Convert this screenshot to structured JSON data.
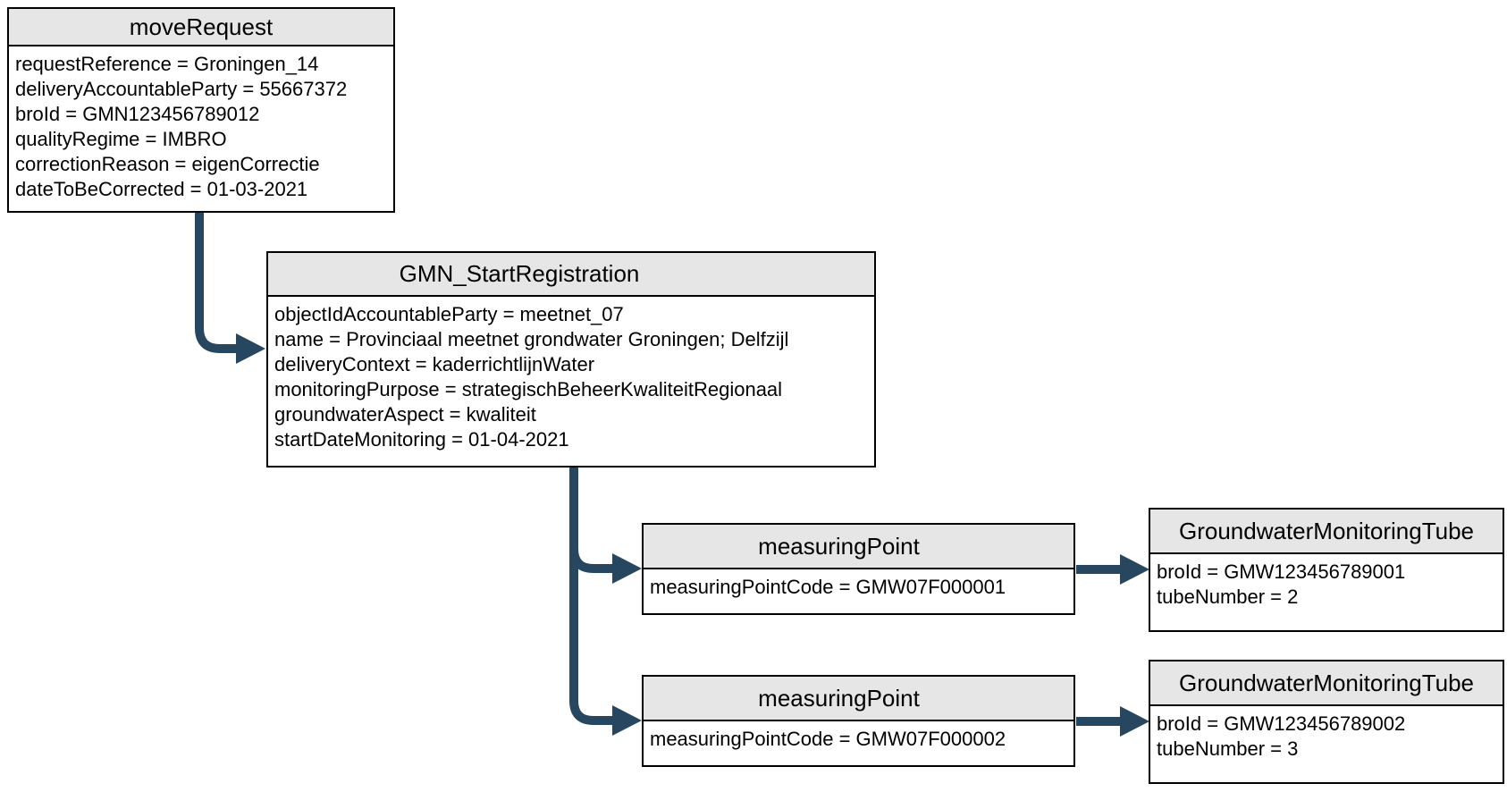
{
  "diagram": {
    "background_color": "#ffffff",
    "box_border_color": "#000000",
    "box_header_fill": "#e6e6e6",
    "box_body_fill": "#ffffff",
    "text_color": "#000000",
    "arrow_color": "#26475f"
  },
  "boxes": {
    "move_request": {
      "title": "moveRequest",
      "attributes": [
        "requestReference = Groningen_14",
        "deliveryAccountableParty = 55667372",
        "broId = GMN123456789012",
        "qualityRegime = IMBRO",
        "correctionReason = eigenCorrectie",
        "dateToBeCorrected = 01-03-2021"
      ]
    },
    "gmn_start_registration": {
      "title": "GMN_StartRegistration",
      "attributes": [
        "objectIdAccountableParty = meetnet_07",
        "name = Provinciaal meetnet grondwater Groningen; Delfzijl",
        "deliveryContext = kaderrichtlijnWater",
        "monitoringPurpose = strategischBeheerKwaliteitRegionaal",
        "groundwaterAspect = kwaliteit",
        "startDateMonitoring = 01-04-2021"
      ]
    },
    "measuring_point_1": {
      "title": "measuringPoint",
      "attributes": [
        "measuringPointCode = GMW07F000001"
      ]
    },
    "groundwater_monitoring_tube_1": {
      "title": "GroundwaterMonitoringTube",
      "attributes": [
        "broId = GMW123456789001",
        "tubeNumber = 2"
      ]
    },
    "measuring_point_2": {
      "title": "measuringPoint",
      "attributes": [
        "measuringPointCode = GMW07F000002"
      ]
    },
    "groundwater_monitoring_tube_2": {
      "title": "GroundwaterMonitoringTube",
      "attributes": [
        "broId = GMW123456789002",
        "tubeNumber = 3"
      ]
    }
  },
  "connections": [
    {
      "from": "moveRequest",
      "to": "GMN_StartRegistration"
    },
    {
      "from": "GMN_StartRegistration",
      "to": "measuringPoint GMW07F000001"
    },
    {
      "from": "GMN_StartRegistration",
      "to": "measuringPoint GMW07F000002"
    },
    {
      "from": "measuringPoint GMW07F000001",
      "to": "GroundwaterMonitoringTube GMW123456789001"
    },
    {
      "from": "measuringPoint GMW07F000002",
      "to": "GroundwaterMonitoringTube GMW123456789002"
    }
  ]
}
